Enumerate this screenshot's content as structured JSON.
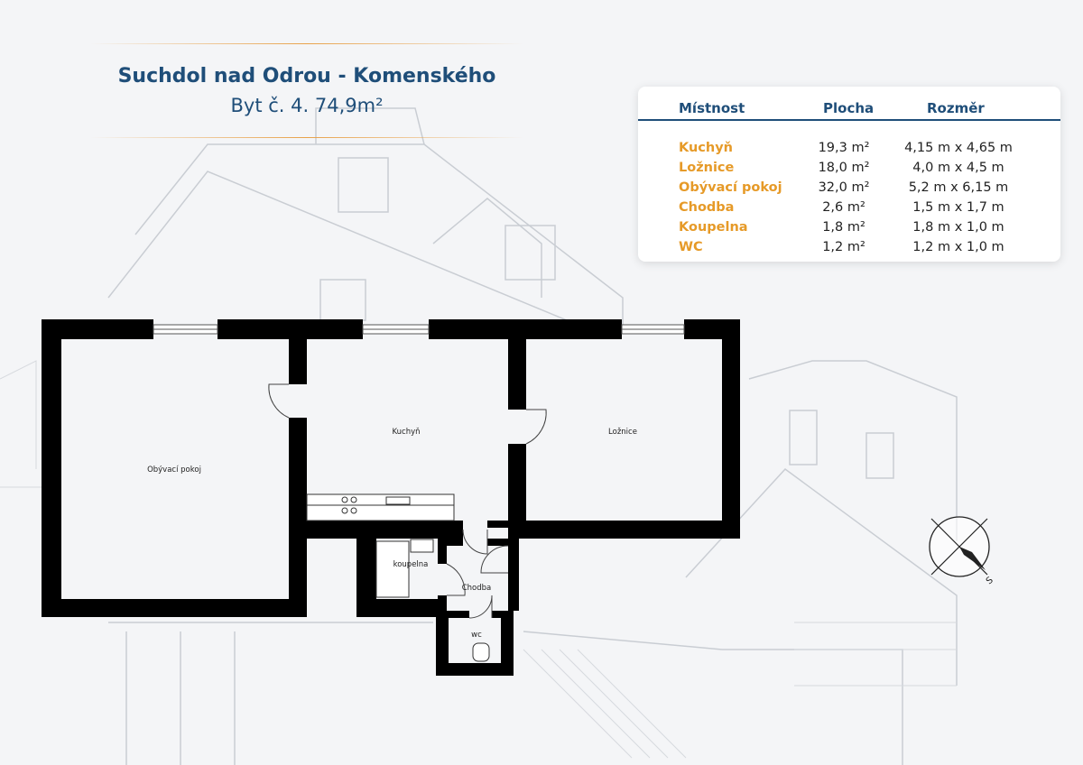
{
  "header": {
    "title": "Suchdol nad Odrou - Komenského",
    "subtitle": "Byt č. 4.   74,9m²"
  },
  "table": {
    "columns": [
      "Místnost",
      "Plocha",
      "Rozměr"
    ],
    "rows": [
      {
        "room": "Kuchyň",
        "area": "19,3 m²",
        "dims": "4,15 m x 4,65 m"
      },
      {
        "room": "Ložnice",
        "area": "18,0 m²",
        "dims": "4,0 m x 4,5 m"
      },
      {
        "room": "Obývací pokoj",
        "area": "32,0 m²",
        "dims": "5,2 m x 6,15 m"
      },
      {
        "room": "Chodba",
        "area": "2,6 m²",
        "dims": "1,5 m x 1,7 m"
      },
      {
        "room": "Koupelna",
        "area": "1,8 m²",
        "dims": "1,8 m x 1,0 m"
      },
      {
        "room": "WC",
        "area": "1,2 m²",
        "dims": "1,2 m x 1,0 m"
      }
    ]
  },
  "plan": {
    "labels": {
      "kuchyn": "Kuchyň",
      "loznice": "Ložnice",
      "obyvaci": "Obývací pokoj",
      "koupelna": "koupelna",
      "chodba": "Chodba",
      "wc": "wc"
    }
  },
  "compass": {
    "label": "S"
  },
  "colors": {
    "accent": "#1f4e79",
    "highlight": "#e69a28",
    "wall": "#000000"
  }
}
